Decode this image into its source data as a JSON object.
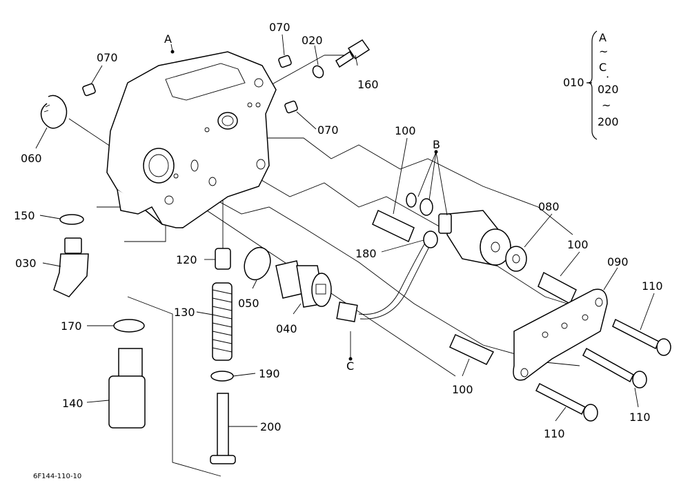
{
  "figure_code": "6F144-110-10",
  "assembly": {
    "label": "010",
    "range": [
      "A",
      "~",
      "C",
      "·",
      "020",
      "~",
      "200"
    ]
  },
  "callouts": {
    "A": "A",
    "B": "B",
    "C": "C",
    "p020": "020",
    "p030": "030",
    "p040": "040",
    "p050": "050",
    "p060": "060",
    "p070a": "070",
    "p070b": "070",
    "p070c": "070",
    "p080": "080",
    "p090": "090",
    "p100a": "100",
    "p100b": "100",
    "p100c": "100",
    "p110a": "110",
    "p110b": "110",
    "p110c": "110",
    "p120": "120",
    "p130": "130",
    "p140": "140",
    "p150": "150",
    "p160": "160",
    "p170": "170",
    "p180": "180",
    "p190": "190",
    "p200": "200"
  }
}
